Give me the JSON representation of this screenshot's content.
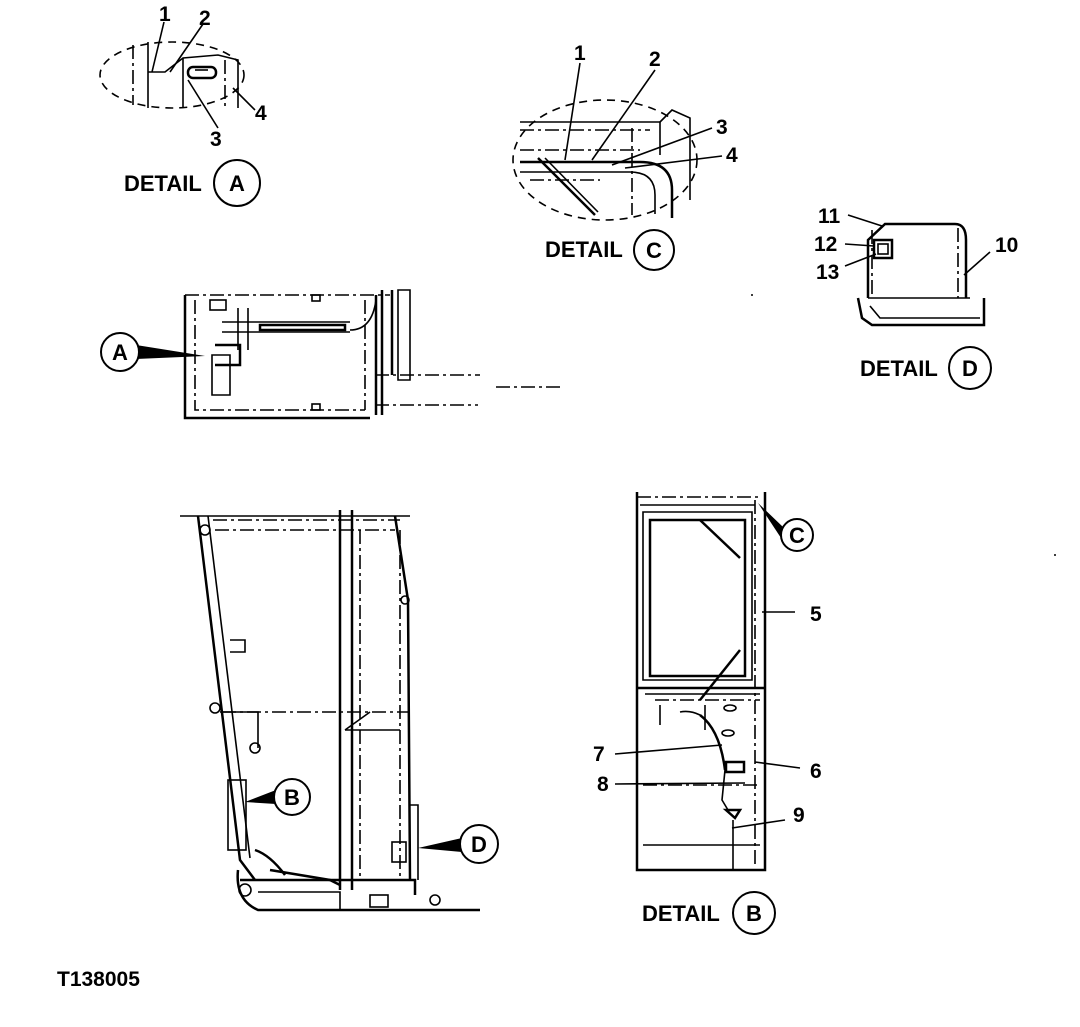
{
  "figure_code": "T138005",
  "details": {
    "A": {
      "title": "DETAIL",
      "letter": "A",
      "callouts": [
        "1",
        "2",
        "3",
        "4"
      ]
    },
    "B": {
      "title": "DETAIL",
      "letter": "B",
      "callouts": [
        "5",
        "6",
        "7",
        "8",
        "9"
      ]
    },
    "C": {
      "title": "DETAIL",
      "letter": "C",
      "callouts": [
        "1",
        "2",
        "3",
        "4"
      ]
    },
    "D": {
      "title": "DETAIL",
      "letter": "D",
      "callouts": [
        "10",
        "11",
        "12",
        "13"
      ]
    }
  },
  "reference_bubbles": [
    "A",
    "B",
    "C",
    "D"
  ]
}
